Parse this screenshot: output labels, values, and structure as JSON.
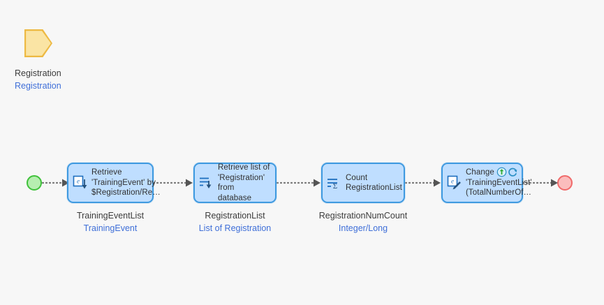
{
  "canvas": {
    "background": "#f7f7f7",
    "accent_node_fill": "#bfdeff",
    "accent_node_border": "#3f9ae0",
    "parameter_fill": "#fae4a4",
    "parameter_border": "#edb943",
    "start_color": "#3fc13a",
    "end_color": "#f06a6a",
    "caption_name_color": "#3c3c3c",
    "caption_type_color": "#3f6fd8",
    "connector_color": "#7f7f7f"
  },
  "parameter": {
    "icon": "parameter-pentagon-icon",
    "name": "Registration",
    "type": "Registration"
  },
  "start_event": {
    "icon": "start-event-icon",
    "label": ""
  },
  "end_event": {
    "icon": "end-event-icon",
    "label": ""
  },
  "nodes": [
    {
      "id": "retrieve-by-association",
      "icon": "retrieve-by-association-icon",
      "text": "Retrieve\n'TrainingEvent' by\n$Registration/Re…",
      "caption_name": "TrainingEventList",
      "caption_type": "TrainingEvent",
      "badges": []
    },
    {
      "id": "retrieve-from-database",
      "icon": "retrieve-from-database-icon",
      "text": "Retrieve list of\n'Registration' from\ndatabase",
      "caption_name": "RegistrationList",
      "caption_type": "List of Registration",
      "badges": []
    },
    {
      "id": "aggregate-list-count",
      "icon": "aggregate-count-icon",
      "text": "Count\nRegistrationList",
      "caption_name": "RegistrationNumCount",
      "caption_type": "Integer/Long",
      "badges": []
    },
    {
      "id": "change-object",
      "icon": "change-object-icon",
      "text": "Change\n'TrainingEventList'\n(TotalNumberOf…",
      "caption_name": "",
      "caption_type": "",
      "badges": [
        "commit-arrow-icon",
        "refresh-client-icon"
      ]
    }
  ],
  "connectors": [
    {
      "from": "start-event",
      "to": "retrieve-by-association"
    },
    {
      "from": "retrieve-by-association",
      "to": "retrieve-from-database"
    },
    {
      "from": "retrieve-from-database",
      "to": "aggregate-list-count"
    },
    {
      "from": "aggregate-list-count",
      "to": "change-object"
    },
    {
      "from": "change-object",
      "to": "end-event"
    }
  ]
}
